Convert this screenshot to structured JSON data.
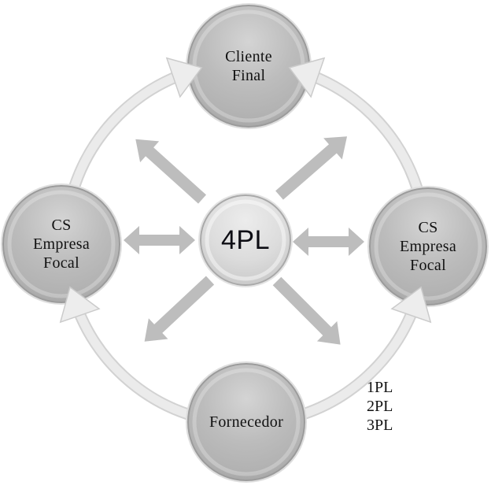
{
  "diagram": {
    "type": "cycle-hub-diagram",
    "hub": {
      "label": "4PL"
    },
    "nodes": {
      "top": {
        "lines": [
          "Cliente",
          "Final"
        ]
      },
      "left": {
        "lines": [
          "CS",
          "Empresa",
          "Focal"
        ]
      },
      "right": {
        "lines": [
          "CS",
          "Empresa",
          "Focal"
        ]
      },
      "bottom": {
        "lines": [
          "Fornecedor"
        ]
      }
    },
    "side_note": {
      "lines": [
        "1PL",
        "2PL",
        "3PL"
      ]
    },
    "colors": {
      "text": "#111111",
      "hub_text": "#0d0d14",
      "node_rim": "#9b9b9b",
      "center_arrow": "#bdbdbd",
      "ring_fill": "#ebebeb",
      "ring_border": "#d2d2d2",
      "ring_arrowhead": "#ededed",
      "ring_arrowhead_border": "#cbcbcb"
    }
  }
}
